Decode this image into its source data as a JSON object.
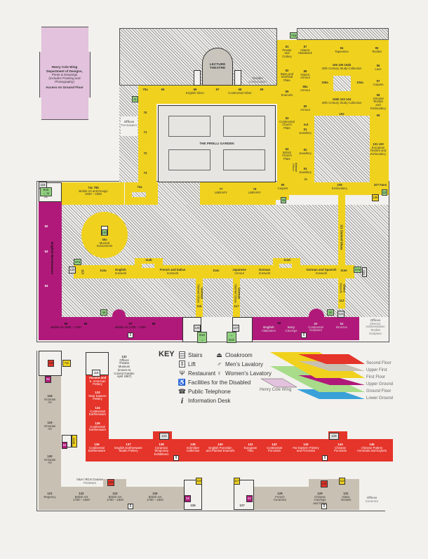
{
  "colors": {
    "second_floor": "#e5342a",
    "upper_first": "#c8c0b2",
    "first_floor": "#f0d21e",
    "upper_ground": "#b0197a",
    "ground_floor": "#8fcf7d",
    "lower_ground": "#3aa0d8",
    "henry_cole_wing": "#e3c2dd"
  },
  "henry_cole": {
    "title": "Henry Cole Wing",
    "text": "Department of Designs,\nPrints & Drawings\n(includes Painting and\nPhotography)",
    "access": "Access on Ground Floor"
  },
  "upper": {
    "lecture_theatre": "LECTURE\nTHEATRE",
    "pirelli_garden": "THE PIRELLI GARDEN",
    "textiles_conservation": "Textiles\nConservation",
    "offices_far_eastern": "Offices\nFar Eastern",
    "offices_director": "Offices\nDirector\nAdministration\nTextiles\nSculpture",
    "rooms": [
      "70a",
      "65",
      "66\nEnglish Silver",
      "67",
      "68\nContinental Silver",
      "69",
      "81\nPewter\nand\nCutlery",
      "87\nIslamic\nMetalwork",
      "94\nTapestries",
      "95\nTextiles",
      "82\nBase and\nSheffield\nPlate",
      "88\nIslamic\nArmour",
      "106       105       104b\n20th Century Study Collection",
      "96\nLace",
      "89\nEnamels",
      "88a\nArmour",
      "106a",
      "104a",
      "97\nCarpets",
      "106b      103       104\n20th Century Study Collection",
      "98\nOriental\nTextiles\nand\nEmbroidery",
      "90\nArmour",
      "102",
      "99",
      "83\nContinental\nChurch\nPlate",
      "91\nJewellery",
      "84\nBritish\nChurch\nPlate",
      "92\nJewellery",
      "93\nJewellery",
      "101      100\nEuropean\nTextiles and\nEmbroidery",
      "70",
      "71",
      "72",
      "73",
      "74c            76b\nBritish Art and Design\n1900 – 1960",
      "74a",
      "77\nLIBRARY",
      "78\nLIBRARY",
      "85\nCarpets",
      "109\nEmbroidery",
      "107 Fans",
      "40a\nMusical\nInstruments",
      "52",
      "53",
      "54",
      "114a",
      "English\nIronwork",
      "114b",
      "French and Italian\nIronwork",
      "114c",
      "Japanese\nArmour",
      "German\nIronwork",
      "114d",
      "German and Spanish\nIronwork",
      "114e",
      "55\nBritish Art 1500 – 1750",
      "56",
      "57\nBritish Art 1700 – 1750",
      "58",
      "62",
      "English\nAlabasters",
      "Ivory\nCarvings",
      "63\nContinental\nSculpture",
      "64\nBronzes",
      "116",
      "117",
      "112"
    ],
    "vertical": {
      "english_renaissance": "English Renaissance",
      "r113": "113",
      "stained_glass": "111 Stained Glass",
      "german_sg_1": "German\nStained Glass",
      "german_sg_2": "German\nStained Glass",
      "glass": "Glass\nVessels",
      "armour_offices": "Armour\nOffices"
    },
    "flow": {
      "out": "out",
      "in": "in"
    },
    "tags": {
      "t118": "118",
      "exit21": "Exit\n→ to 21",
      "t47a": "47a",
      "t120": "120",
      "t40": "40",
      "t48": "48",
      "t126": "126",
      "exit_a": "Exit →",
      "t127": "127",
      "exit_b": "← Exit",
      "t50": "50",
      "t121": "121",
      "t47a_2": "47a",
      "t115": "115",
      "t25": "25",
      "t108": "108",
      "t22": "22",
      "t11": "11",
      "t74a": "74a"
    }
  },
  "lower": {
    "rooms": [
      "118\nVictorian\nArt",
      "119\nVictorian\nArt",
      "120\nVictorian\nArt",
      "121\nRegency",
      "122\nBritish Art\n1750 – 1820",
      "123\nBritish Art\n1750 – 1820",
      "125\nBritish Art\n1750 – 1820",
      "126",
      "127",
      "128\nFrench\nCeramics",
      "129\nChinese\nCarvings\nand Glass",
      "131\nGlass\nVessels",
      "Offices\nCeramics",
      "V&A / RCA Course\nPremises",
      "132\nOffices\nTheatre\nMuseum\n(moves to\nCovent Garden\nApril 1987)",
      "Ancient and\nS. American\nPottery",
      "133\nNear Eastern\nPottery",
      "134\nContinental\nEarthenware",
      "135\nContinental\nEarthenware",
      "136\nContinental\nEarthenware",
      "137\nEnglish Earthenware\nStudio Pottery",
      "138\nCeramics\nTemporary\nExhibitions",
      "139\nSchreiber\nCollection",
      "140\nEnglish Porcelain\nand Painted Enamels",
      "141\nEuropean\nTiles",
      "142\nContinental\nPorcelain",
      "143\nFar Eastern Pottery\nand Porcelain",
      "144\nChinese\nPorcelain",
      "145\nChinese Pottery\nArmorials and Exports"
    ],
    "tags": {
      "t132": "132",
      "t74c": "74c",
      "t82": "82",
      "t118": "118",
      "t114a": "114a",
      "t84": "84",
      "t123": "123",
      "t129": "129",
      "t135": "135",
      "t116": "116",
      "t117": "117",
      "t58": "58",
      "t62": "62",
      "t145": "145",
      "t112": "112"
    }
  },
  "key": {
    "title": "KEY",
    "items": [
      "Stairs",
      "Lift",
      "Restaurant",
      "Facilities for the Disabled",
      "Public Telephone",
      "Information Desk",
      "Cloakroom",
      "Men's Lavatory",
      "Women's Lavatory"
    ]
  },
  "floors": [
    "Second Floor",
    "Upper First",
    "First Floor",
    "Upper Ground",
    "Ground Floor",
    "Lower Ground"
  ],
  "henry_cole_label": "Henry Cole Wing"
}
